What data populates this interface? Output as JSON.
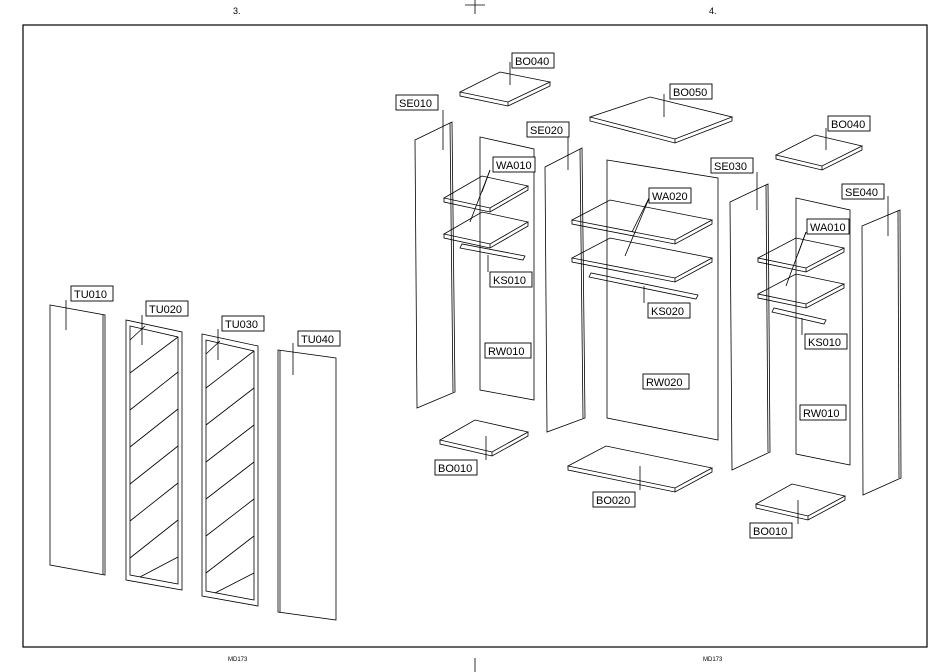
{
  "header": {
    "page_left": "3.",
    "page_right": "4."
  },
  "footer": {
    "code_left": "MD173",
    "code_right": "MD173"
  },
  "labels": {
    "tu010": "TU010",
    "tu020": "TU020",
    "tu030": "TU030",
    "tu040": "TU040",
    "se010": "SE010",
    "se020": "SE020",
    "se030": "SE030",
    "se040": "SE040",
    "bo040a": "BO040",
    "bo040b": "BO040",
    "bo050": "BO050",
    "wa010a": "WA010",
    "wa010b": "WA010",
    "wa020": "WA020",
    "ks010a": "KS010",
    "ks010b": "KS010",
    "ks020": "KS020",
    "rw010a": "RW010",
    "rw010b": "RW010",
    "rw020": "RW020",
    "bo010a": "BO010",
    "bo010b": "BO010",
    "bo020": "BO020"
  }
}
